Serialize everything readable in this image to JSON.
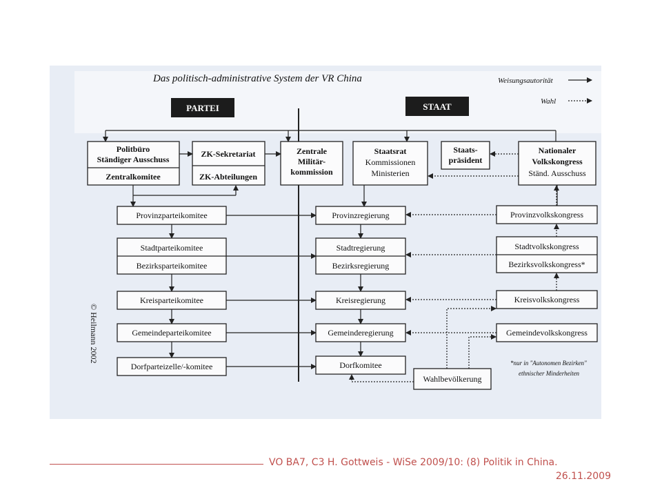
{
  "diagram": {
    "title": "Das politisch-administrative System der VR China",
    "legend": {
      "directive": "Weisungsautorität",
      "election": "Wahl"
    },
    "headers": {
      "party": "PARTEI",
      "state": "STAAT"
    },
    "party": {
      "politburo_1": "Politbüro",
      "politburo_2": "Ständiger Ausschuss",
      "central_committee": "Zentralkomitee",
      "secretariat": "ZK-Sekretariat",
      "departments": "ZK-Abteilungen",
      "province": "Provinzparteikomitee",
      "city": "Stadtparteikomitee",
      "district": "Bezirksparteikomitee",
      "county": "Kreisparteikomitee",
      "municipality": "Gemeindeparteikomitee",
      "village": "Dorfparteizelle/-komitee"
    },
    "military": {
      "line1": "Zentrale",
      "line2": "Militär-",
      "line3": "kommission"
    },
    "state": {
      "council_1": "Staatsrat",
      "council_2": "Kommissionen",
      "council_3": "Ministerien",
      "president_1": "Staats-",
      "president_2": "präsident",
      "province": "Provinzregierung",
      "city": "Stadtregierung",
      "district": "Bezirksregierung",
      "county": "Kreisregierung",
      "municipality": "Gemeinderegierung",
      "village": "Dorfkomitee"
    },
    "congress": {
      "npc_1": "Nationaler",
      "npc_2": "Volkskongress",
      "npc_3": "Ständ. Ausschuss",
      "province": "Provinzvolkskongress",
      "city": "Stadtvolkskongress",
      "district": "Bezirksvolkskongress*",
      "county": "Kreisvolkskongress",
      "municipality": "Gemeindevolkskongress"
    },
    "population": "Wahlbevölkerung",
    "footnote_1": "*nur in \"Autonomen Bezirken\"",
    "footnote_2": "ethnischer Minderheiten",
    "copyright": "© Heilmann 2002"
  },
  "footer": {
    "line1": "VO BA7, C3 H. Gottweis - WiSe 2009/10: (8) Politik in China.",
    "line2": "26.11.2009"
  }
}
